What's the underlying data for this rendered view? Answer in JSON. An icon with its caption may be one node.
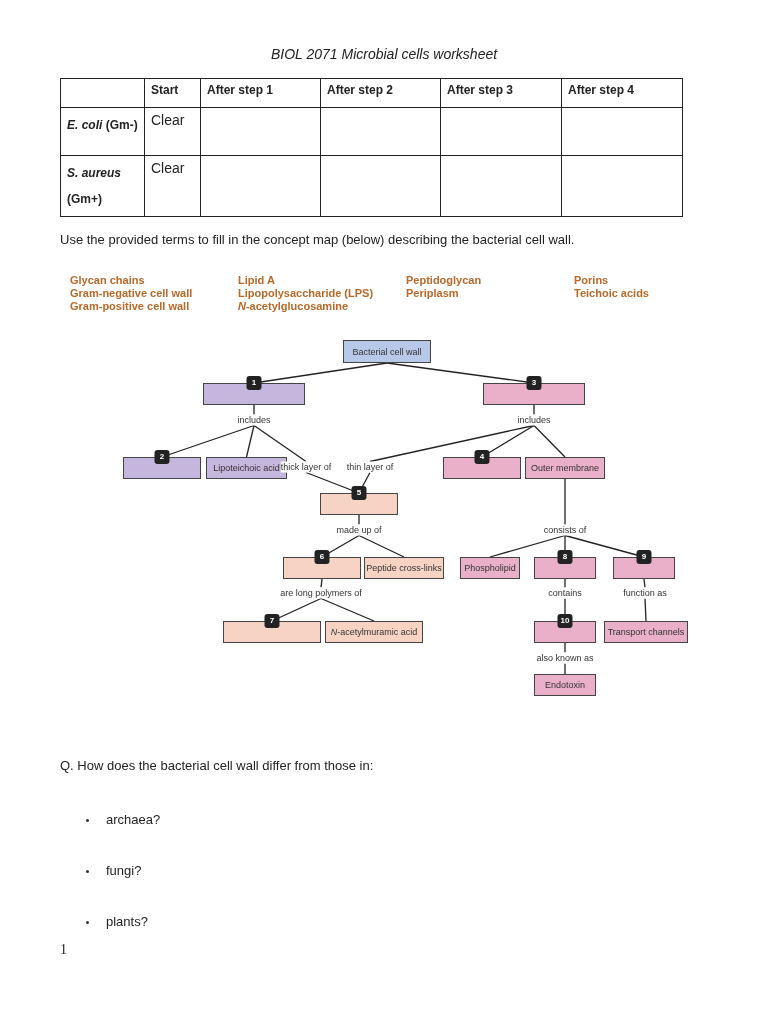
{
  "diagram": {
    "title": "BIOL 2071 Microbial cells worksheet",
    "nodes": [
      {
        "text": [
          "Bacterial cell wall"
        ]
      },
      {
        "text": [
          "1"
        ]
      },
      {
        "text": [
          "3"
        ]
      },
      {
        "text": [
          "includes"
        ]
      },
      {
        "text": [
          "includes"
        ]
      },
      {
        "text": [
          "2"
        ]
      },
      {
        "text": [
          "Lipoteichoic acid"
        ]
      },
      {
        "text": [
          "thick layer of"
        ]
      },
      {
        "text": [
          "thin layer of"
        ]
      },
      {
        "text": [
          "4"
        ]
      },
      {
        "text": [
          "Outer membrane"
        ]
      },
      {
        "text": [
          "5"
        ]
      },
      {
        "text": [
          "made up of"
        ]
      },
      {
        "text": [
          "consists of"
        ]
      },
      {
        "text": [
          "6"
        ]
      },
      {
        "text": [
          "Peptide cross-links"
        ]
      },
      {
        "text": [
          "Phospholipid"
        ]
      },
      {
        "text": [
          "8"
        ]
      },
      {
        "text": [
          "9"
        ]
      },
      {
        "text": [
          "are long polymers of"
        ]
      },
      {
        "text": [
          "contains"
        ]
      },
      {
        "text": [
          "function as"
        ]
      },
      {
        "text": [
          "7"
        ]
      },
      {
        "text": [
          "*N*-acetylmuramic acid"
        ]
      },
      {
        "text": [
          "10"
        ]
      },
      {
        "text": [
          "Transport channels"
        ]
      },
      {
        "text": [
          "also known as"
        ]
      },
      {
        "text": [
          "Endotoxin"
        ]
      }
    ],
    "edges": [
      {
        "from": 0,
        "to": 1,
        "arrow": "none"
      },
      {
        "from": 0,
        "to": 2,
        "arrow": "none"
      },
      {
        "from": 1,
        "to": 3,
        "arrow": "none"
      },
      {
        "from": 2,
        "to": 4,
        "arrow": "none"
      },
      {
        "from": 3,
        "to": 5,
        "arrow": "none"
      },
      {
        "from": 3,
        "to": 6,
        "arrow": "none"
      },
      {
        "from": 3,
        "to": 7,
        "arrow": "none"
      },
      {
        "from": 4,
        "to": 8,
        "arrow": "none"
      },
      {
        "from": 4,
        "to": 9,
        "arrow": "none"
      },
      {
        "from": 4,
        "to": 10,
        "arrow": "none"
      },
      {
        "from": 7,
        "to": 11,
        "arrow": "none"
      },
      {
        "from": 8,
        "to": 11,
        "arrow": "none"
      },
      {
        "from": 11,
        "to": 12,
        "arrow": "none"
      },
      {
        "from": 10,
        "to": 13,
        "arrow": "none"
      },
      {
        "from": 12,
        "to": 14,
        "arrow": "none"
      },
      {
        "from": 12,
        "to": 15,
        "arrow": "none"
      },
      {
        "from": 13,
        "to": 16,
        "arrow": "none"
      },
      {
        "from": 13,
        "to": 17,
        "arrow": "none"
      },
      {
        "from": 13,
        "to": 18,
        "arrow": "none"
      },
      {
        "from": 14,
        "to": 19,
        "arrow": "none"
      },
      {
        "from": 17,
        "to": 20,
        "arrow": "none"
      },
      {
        "from": 18,
        "to": 21,
        "arrow": "none"
      },
      {
        "from": 19,
        "to": 22,
        "arrow": "none"
      },
      {
        "from": 19,
        "to": 23,
        "arrow": "none"
      },
      {
        "from": 20,
        "to": 24,
        "arrow": "none"
      },
      {
        "from": 21,
        "to": 25,
        "arrow": "none"
      },
      {
        "from": 24,
        "to": 26,
        "arrow": "none"
      },
      {
        "from": 26,
        "to": 27,
        "arrow": "none"
      }
    ],
    "labels": [
      "Start",
      "After step 1",
      "After step 2",
      "After step 3",
      "After step 4",
      "*E. coli* (Gm-)",
      "Clear",
      "*S. aureus* (Gm+)",
      "Clear",
      "Use the provided terms to fill in the concept map (below) describing the bacterial cell wall.",
      "Glycan chains",
      "Lipid A",
      "Peptidoglycan",
      "Porins",
      "Gram-negative cell wall",
      "Lipopolysaccharide (LPS)",
      "Periplasm",
      "Teichoic acids",
      "Gram-positive cell wall",
      "*N*-acetylglucosamine",
      "Q. How does the bacterial cell wall differ from those in:",
      "archaea?",
      "fungi?",
      "plants?",
      "1"
    ]
  }
}
